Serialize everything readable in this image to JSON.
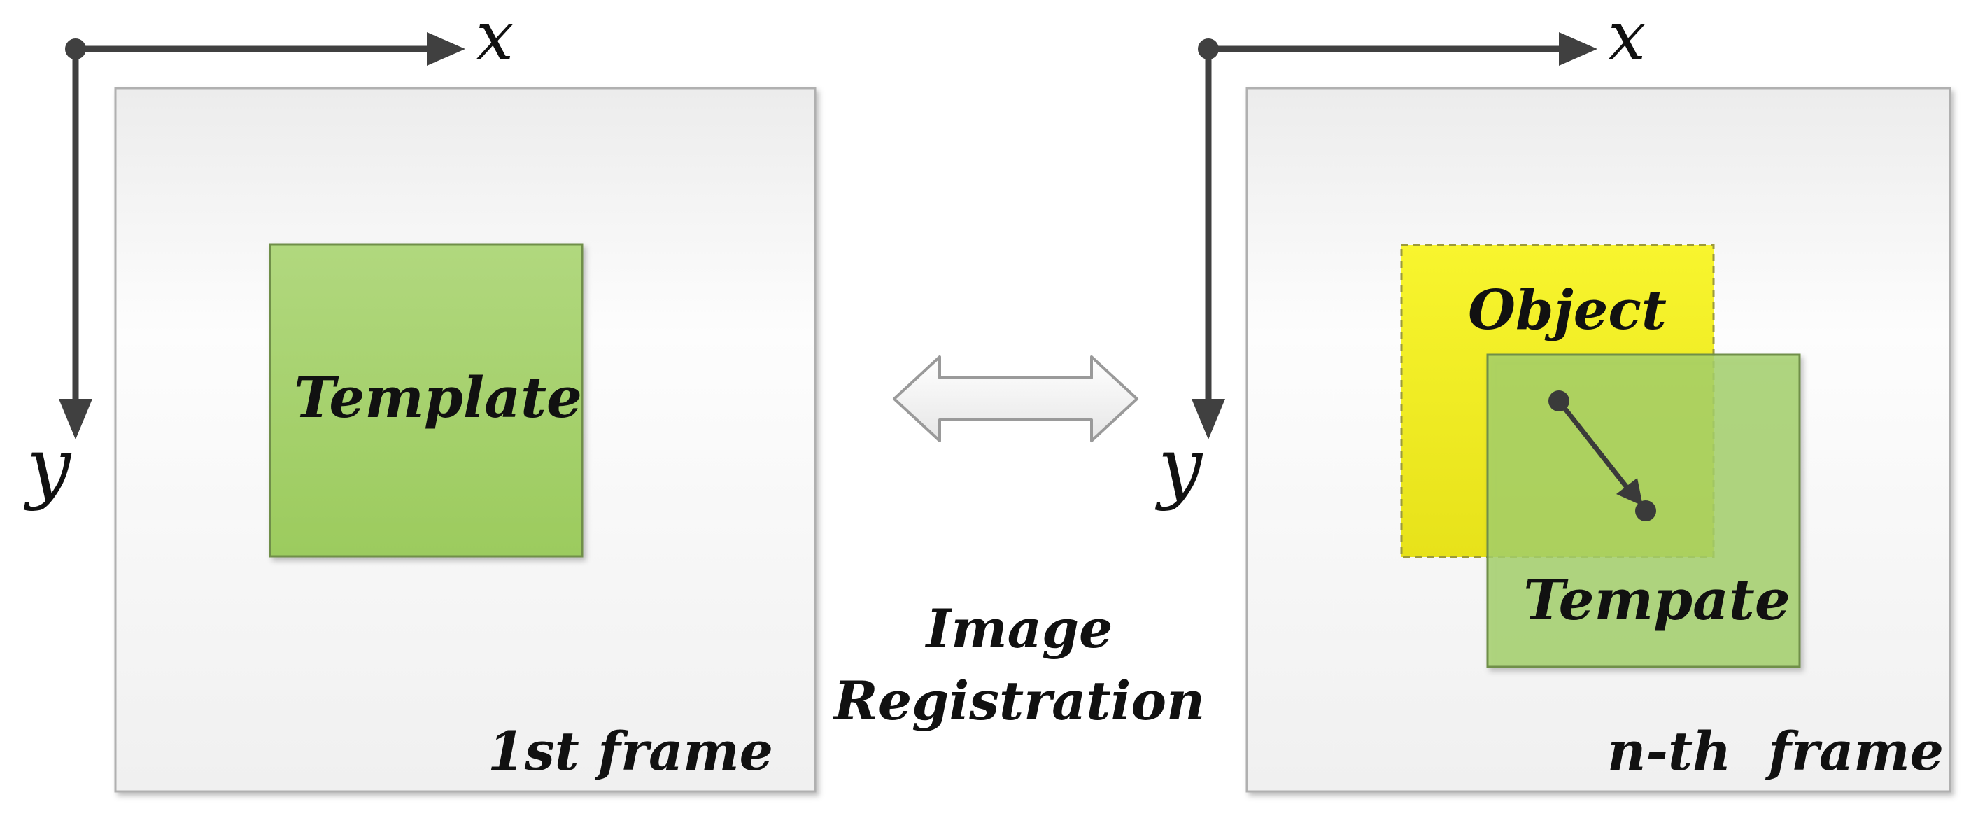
{
  "axes": {
    "x_label": "x",
    "y_label": "y"
  },
  "left_frame": {
    "template_label": "Template",
    "frame_label": "1st frame"
  },
  "right_frame": {
    "object_label": "Object",
    "template_label": "Tempate",
    "frame_label": "n-th  frame"
  },
  "center": {
    "line1": "Image",
    "line2": "Registration"
  },
  "colors": {
    "axis": "#404040",
    "frame_border": "#b0b0b0",
    "template_green": "#a5d16b",
    "template_border": "#6f8f4a",
    "object_yellow": "#f2ee1c",
    "object_border": "#9c9a3a",
    "arrow_outline": "#9a9a9a"
  }
}
